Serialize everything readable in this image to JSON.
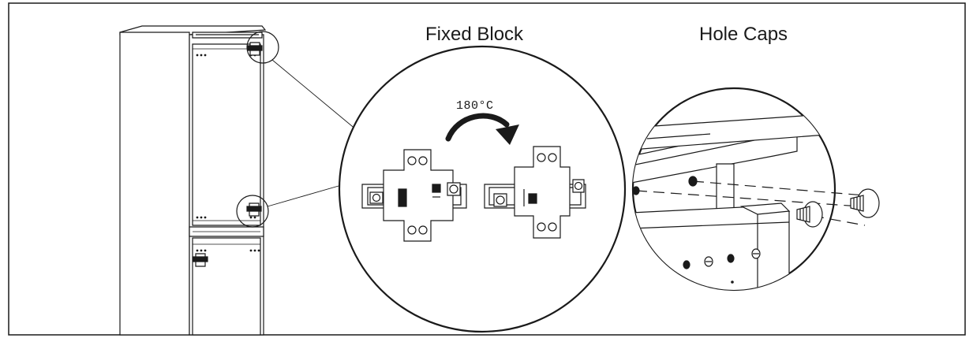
{
  "labels": {
    "fixed_block": "Fixed Block",
    "hole_caps": "Hole Caps",
    "rotation": "180°C"
  },
  "colors": {
    "stroke": "#1a1a1a",
    "background": "#ffffff"
  },
  "icons": {
    "rotation_arrow": "curved-arrow-icon"
  }
}
